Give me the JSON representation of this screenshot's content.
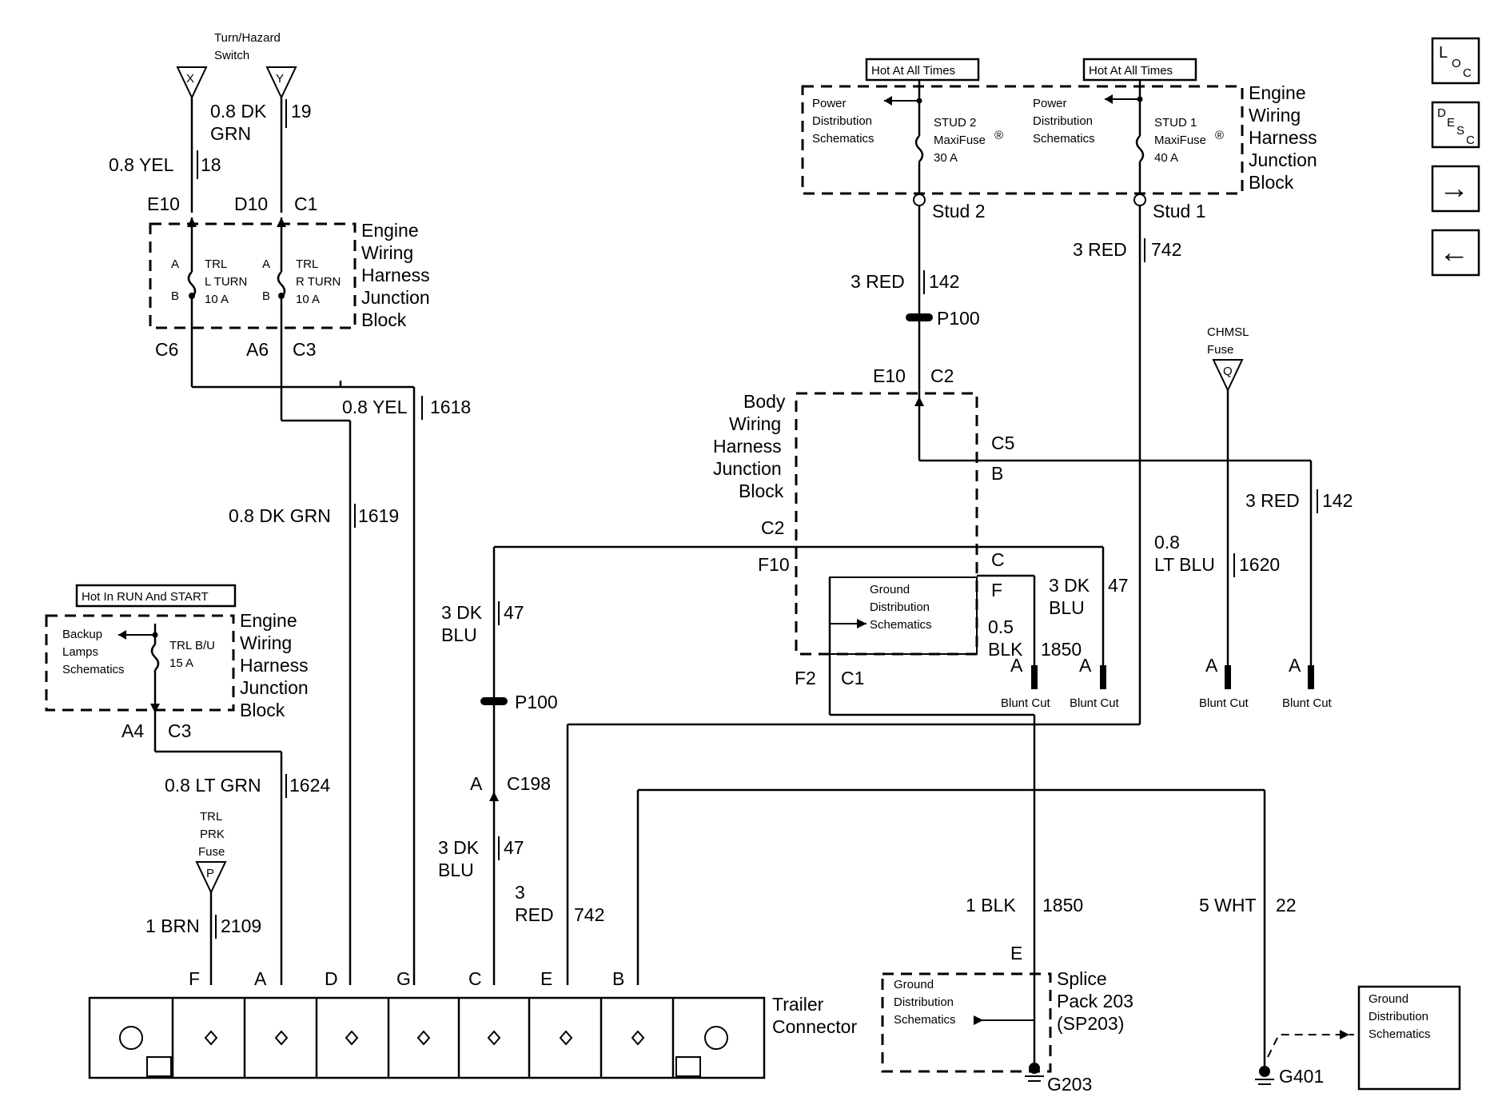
{
  "switch_label": [
    "Turn/Hazard",
    "Switch"
  ],
  "markers": {
    "x": "X",
    "y": "Y",
    "q": "Q",
    "p": "P"
  },
  "ewhjb_top": {
    "c1_wire_color": [
      "0.8 DK",
      "GRN"
    ],
    "c1_circuit": "19",
    "c2_wire_color": "0.8 YEL",
    "c2_circuit": "18",
    "pin_e10": "E10",
    "pin_d10": "D10",
    "conn_c1": "C1",
    "title": [
      "Engine",
      "Wiring",
      "Harness",
      "Junction",
      "Block"
    ],
    "fuse_l": [
      "TRL",
      "L TURN",
      "10 A"
    ],
    "fuse_r": [
      "TRL",
      "R TURN",
      "10 A"
    ],
    "a": "A",
    "b": "B",
    "pin_c6": "C6",
    "pin_a6": "A6",
    "conn_c3": "C3"
  },
  "wire_1618": {
    "color": "0.8 YEL",
    "circuit": "1618"
  },
  "wire_1619": {
    "color": "0.8 DK GRN",
    "circuit": "1619"
  },
  "ewhjb_backup": {
    "hot_label": "Hot  In RUN And START",
    "sch": [
      "Backup",
      "Lamps",
      "Schematics"
    ],
    "fuse": [
      "TRL B/U",
      "15 A"
    ],
    "title": [
      "Engine",
      "Wiring",
      "Harness",
      "Junction",
      "Block"
    ],
    "pin_a4": "A4",
    "conn_c3": "C3"
  },
  "wire_1624": {
    "color": "0.8 LT GRN",
    "circuit": "1624"
  },
  "trl_prk_fuse": [
    "TRL",
    "PRK",
    "Fuse"
  ],
  "wire_2109": {
    "color": "1 BRN",
    "circuit": "2109"
  },
  "right_block": {
    "hot_left": "Hot At All Times",
    "hot_right": "Hot At All Times",
    "pds_left": [
      "Power",
      "Distribution",
      "Schematics"
    ],
    "pds_right": [
      "Power",
      "Distribution",
      "Schematics"
    ],
    "fuse_left": [
      "STUD 2",
      "MaxiFuse",
      "30 A"
    ],
    "fuse_right": [
      "STUD 1",
      "MaxiFuse",
      "40 A"
    ],
    "registered": "®",
    "title": [
      "Engine",
      "Wiring",
      "Harness",
      "Junction",
      "Block"
    ],
    "stud2": "Stud 2",
    "stud1": "Stud 1"
  },
  "wire_742_top": {
    "color": "3 RED",
    "circuit": "742"
  },
  "wire_142_top": {
    "color": "3 RED",
    "circuit": "142"
  },
  "p100": "P100",
  "bwhjb": {
    "pin_e10": "E10",
    "conn_c2_top": "C2",
    "title": [
      "Body",
      "Wiring",
      "Harness",
      "Junction",
      "Block"
    ],
    "conn_c5": "C5",
    "pin_b": "B",
    "conn_c2_left": "C2",
    "pin_f10": "F10",
    "pin_c": "C",
    "pin_f": "F",
    "gds": [
      "Ground",
      "Distribution",
      "Schematics"
    ],
    "pin_f2": "F2",
    "conn_c1": "C1"
  },
  "chmsl_fuse": [
    "CHMSL",
    "Fuse"
  ],
  "wire_142_right": {
    "color": "3 RED",
    "circuit": "142"
  },
  "wire_1620": {
    "color": [
      "0.8",
      "LT BLU"
    ],
    "circuit": "1620"
  },
  "wire_47_mid": {
    "color": [
      "3 DK",
      "BLU"
    ],
    "circuit": "47"
  },
  "wire_1850_mid": {
    "color": [
      "0.5",
      "BLK"
    ],
    "circuit": "1850"
  },
  "blunt_cut": "Blunt Cut",
  "pin_a": "A",
  "wire_47_left": {
    "color": [
      "3 DK",
      "BLU"
    ],
    "circuit": "47"
  },
  "p100_lower": "P100",
  "c198": {
    "pin": "A",
    "conn": "C198"
  },
  "wire_47_lower": {
    "color": [
      "3 DK",
      "BLU"
    ],
    "circuit": "47"
  },
  "wire_742_lower": {
    "color": [
      "3",
      "RED"
    ],
    "circuit": "742"
  },
  "wire_1850_lower": {
    "color": "1 BLK",
    "circuit": "1850"
  },
  "wire_22": {
    "color": "5 WHT",
    "circuit": "22"
  },
  "trailer_connector": {
    "title": [
      "Trailer",
      "Connector"
    ],
    "pins": [
      "F",
      "A",
      "D",
      "G",
      "C",
      "E",
      "B"
    ]
  },
  "splice": {
    "pin_e": "E",
    "title": [
      "Splice",
      "Pack 203",
      "(SP203)"
    ],
    "gds": [
      "Ground",
      "Distribution",
      "Schematics"
    ],
    "ground": "G203"
  },
  "g401": {
    "gds": [
      "Ground",
      "Distribution",
      "Schematics"
    ],
    "ground": "G401"
  },
  "nav": {
    "loc": [
      "L",
      "O",
      "C"
    ],
    "desc": [
      "D",
      "E",
      "S",
      "C"
    ],
    "next": "→",
    "prev": "←"
  }
}
